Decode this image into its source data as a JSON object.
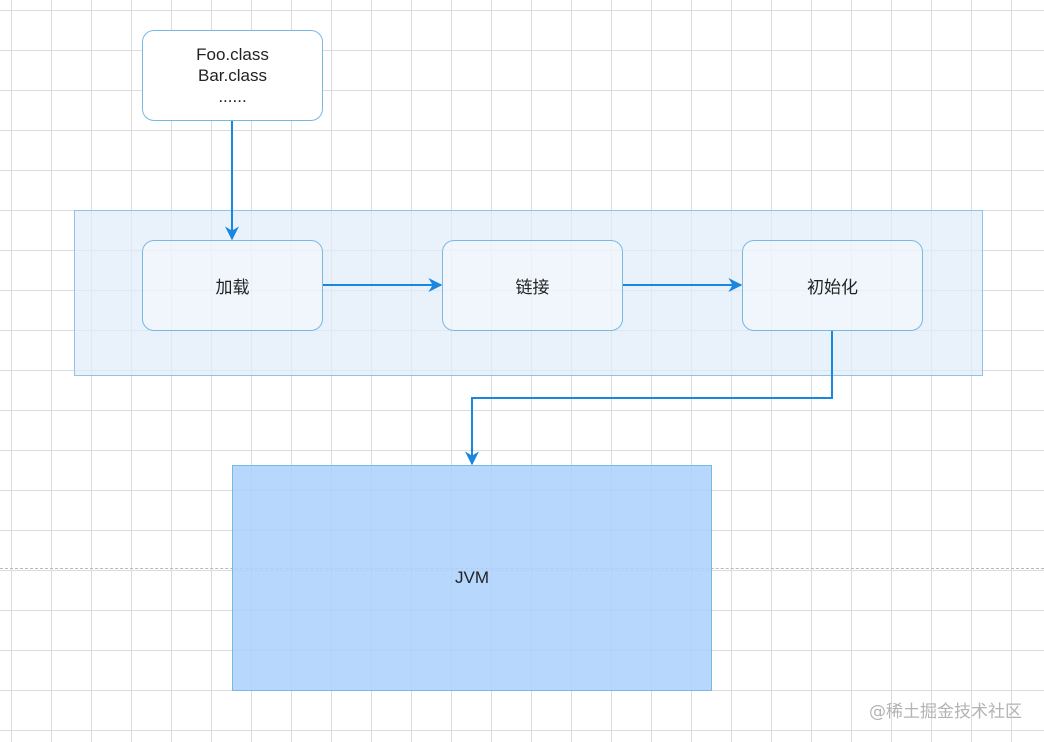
{
  "diagram": {
    "files": [
      "Foo.class",
      "Bar.class",
      "......"
    ],
    "stages": {
      "load": "加载",
      "link": "链接",
      "init": "初始化"
    },
    "jvm": "JVM",
    "watermark": "@稀土掘金技术社区"
  },
  "colors": {
    "arrow": "#1a86e0",
    "node_border": "#7ab8e4",
    "group_fill": "#e0ecfa",
    "jvm_fill": "#aad1fc"
  }
}
